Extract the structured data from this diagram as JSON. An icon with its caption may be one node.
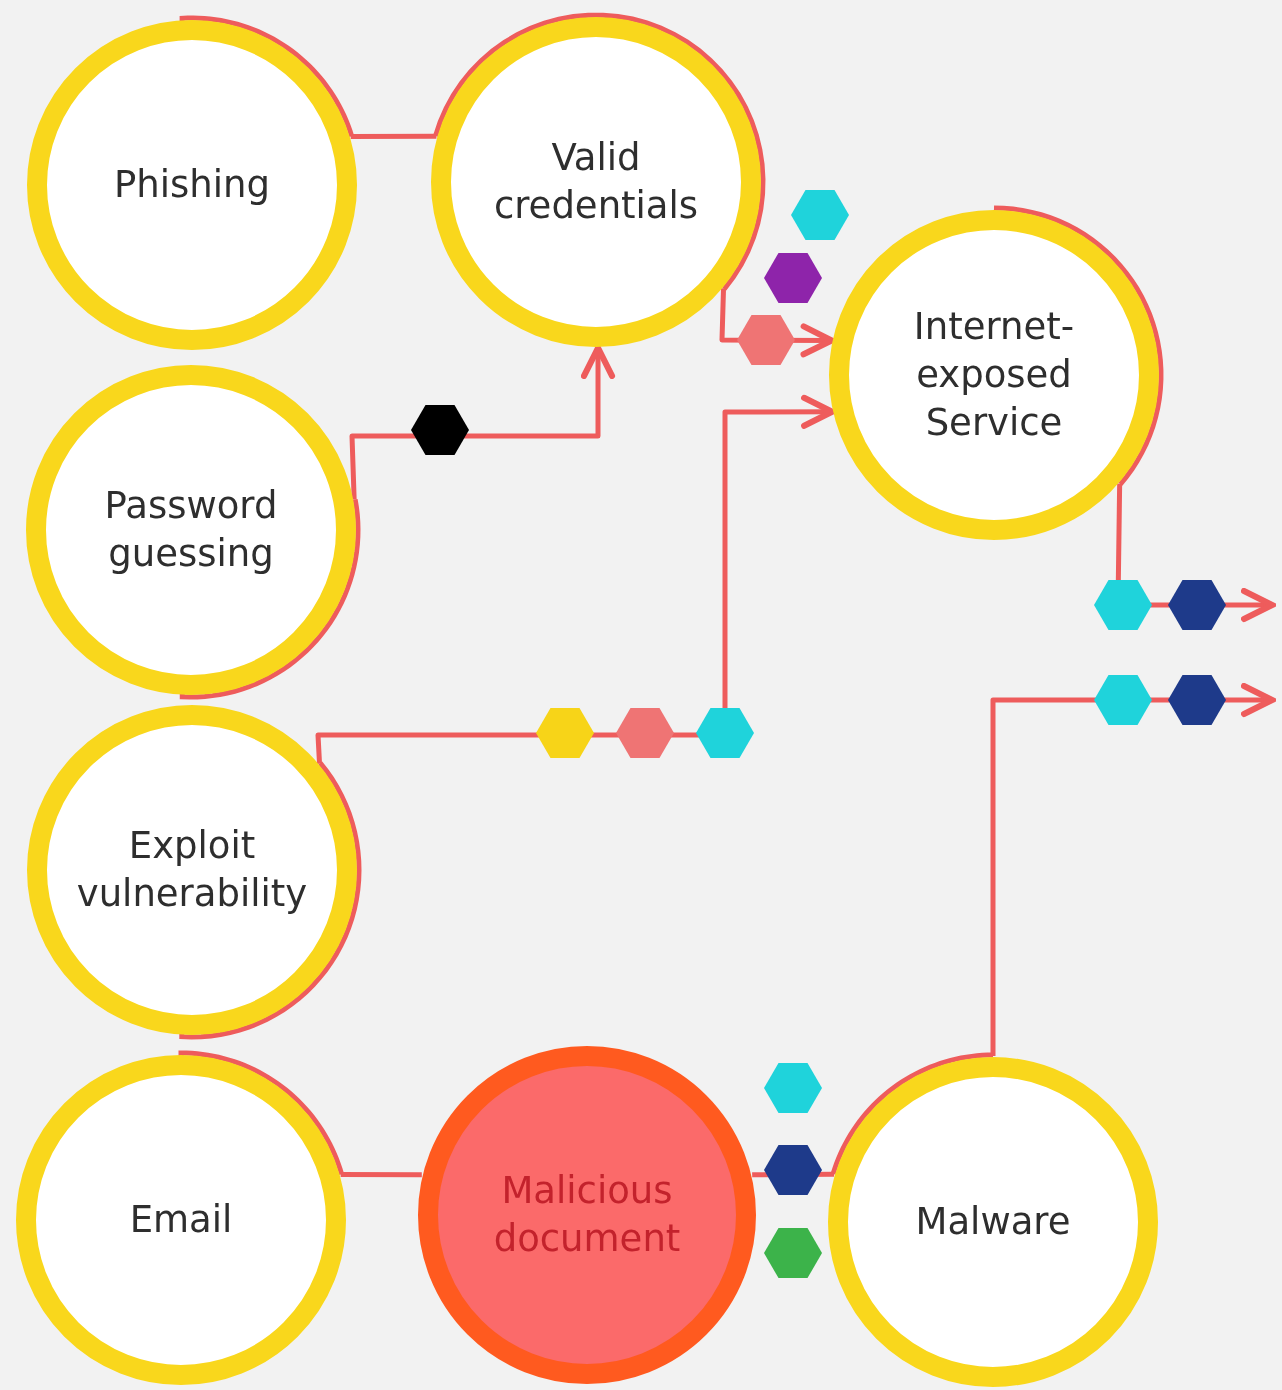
{
  "diagram": {
    "nodes": [
      {
        "text": [
          "Phishing"
        ]
      },
      {
        "text": [
          "Valid credentials"
        ]
      },
      {
        "text": [
          "Password guessing"
        ]
      },
      {
        "text": [
          "Internet-exposed Service"
        ]
      },
      {
        "text": [
          "Exploit vulnerability"
        ]
      },
      {
        "text": [
          "Email"
        ]
      },
      {
        "text": [
          "Malicious document"
        ]
      },
      {
        "text": [
          "Malware"
        ]
      }
    ],
    "edges": [
      {
        "from": 0,
        "to": 1,
        "arrow": "none"
      },
      {
        "from": 2,
        "to": 1,
        "arrow": "to"
      },
      {
        "from": 1,
        "to": 3,
        "arrow": "to"
      },
      {
        "from": 4,
        "to": 3,
        "arrow": "to"
      },
      {
        "from": 5,
        "to": 6,
        "arrow": "none"
      },
      {
        "from": 6,
        "to": 7,
        "arrow": "none"
      },
      {
        "from": 3,
        "to": null,
        "arrow": "to"
      },
      {
        "from": 7,
        "to": null,
        "arrow": "to"
      }
    ]
  }
}
